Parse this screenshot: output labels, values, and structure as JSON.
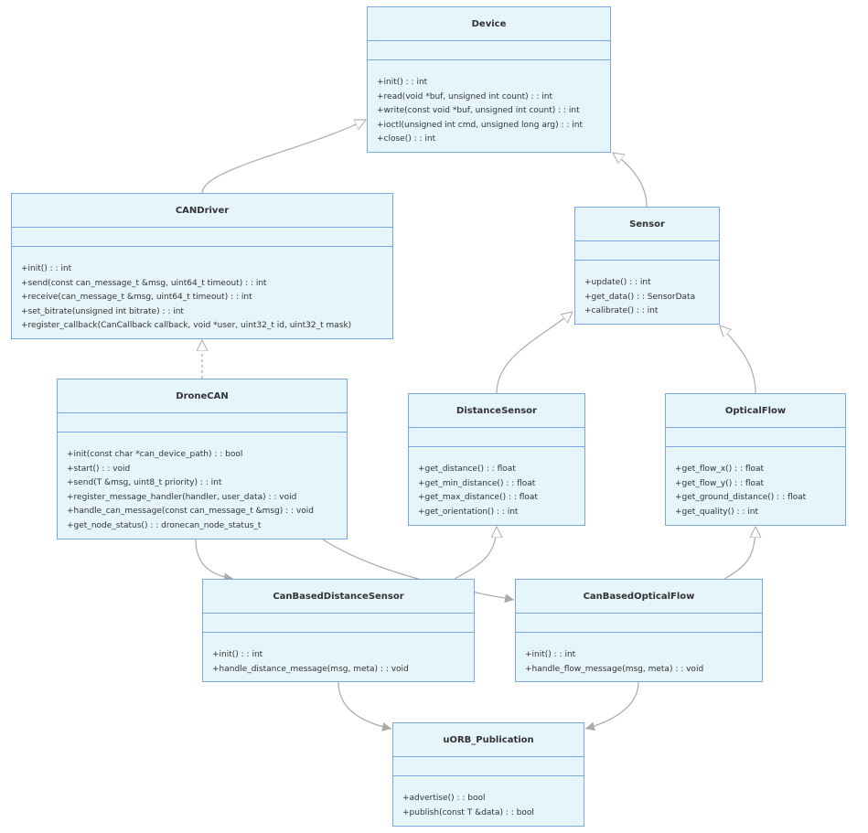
{
  "diagram": {
    "classes": [
      {
        "id": "device",
        "name": "Device",
        "methods": [
          "+init() : : int",
          "+read(void *buf, unsigned int count) : : int",
          "+write(const void *buf, unsigned int count) : : int",
          "+ioctl(unsigned int cmd, unsigned long arg) : : int",
          "+close() : : int"
        ]
      },
      {
        "id": "candriver",
        "name": "CANDriver",
        "methods": [
          "+init() : : int",
          "+send(const can_message_t &msg, uint64_t timeout) : : int",
          "+receive(can_message_t &msg, uint64_t timeout) : : int",
          "+set_bitrate(unsigned int bitrate) : : int",
          "+register_callback(CanCallback callback, void *user, uint32_t id, uint32_t mask)"
        ]
      },
      {
        "id": "sensor",
        "name": "Sensor",
        "methods": [
          "+update() : : int",
          "+get_data() : : SensorData",
          "+calibrate() : : int"
        ]
      },
      {
        "id": "dronecan",
        "name": "DroneCAN",
        "methods": [
          "+init(const char *can_device_path) : : bool",
          "+start() : : void",
          "+send(T &msg, uint8_t priority) : : int",
          "+register_message_handler(handler, user_data) : : void",
          "+handle_can_message(const can_message_t &msg) : : void",
          "+get_node_status() : : dronecan_node_status_t"
        ]
      },
      {
        "id": "distancesensor",
        "name": "DistanceSensor",
        "methods": [
          "+get_distance() : : float",
          "+get_min_distance() : : float",
          "+get_max_distance() : : float",
          "+get_orientation() : : int"
        ]
      },
      {
        "id": "opticalflow",
        "name": "OpticalFlow",
        "methods": [
          "+get_flow_x() : : float",
          "+get_flow_y() : : float",
          "+get_ground_distance() : : float",
          "+get_quality() : : int"
        ]
      },
      {
        "id": "canbaseddistancesensor",
        "name": "CanBasedDistanceSensor",
        "methods": [
          "+init() : : int",
          "+handle_distance_message(msg, meta) : : void"
        ]
      },
      {
        "id": "canbasedopticalflow",
        "name": "CanBasedOpticalFlow",
        "methods": [
          "+init() : : int",
          "+handle_flow_message(msg, meta) : : void"
        ]
      },
      {
        "id": "uorbpublication",
        "name": "uORB_Publication",
        "methods": [
          "+advertise() : : bool",
          "+publish(const T &data) : : bool"
        ]
      }
    ],
    "relations": [
      {
        "from": "candriver",
        "to": "device",
        "type": "inheritance"
      },
      {
        "from": "sensor",
        "to": "device",
        "type": "inheritance"
      },
      {
        "from": "dronecan",
        "to": "candriver",
        "type": "inheritance",
        "dashed": true
      },
      {
        "from": "distancesensor",
        "to": "sensor",
        "type": "inheritance"
      },
      {
        "from": "opticalflow",
        "to": "sensor",
        "type": "inheritance"
      },
      {
        "from": "canbaseddistancesensor",
        "to": "distancesensor",
        "type": "inheritance"
      },
      {
        "from": "canbasedopticalflow",
        "to": "opticalflow",
        "type": "inheritance"
      },
      {
        "from": "dronecan",
        "to": "canbaseddistancesensor",
        "type": "association"
      },
      {
        "from": "dronecan",
        "to": "canbasedopticalflow",
        "type": "association"
      },
      {
        "from": "canbaseddistancesensor",
        "to": "uorbpublication",
        "type": "association"
      },
      {
        "from": "canbasedopticalflow",
        "to": "uorbpublication",
        "type": "association"
      }
    ],
    "colors": {
      "box_fill": "#e6f4fb",
      "box_border": "#7aa7de",
      "edge": "#aaaaaa",
      "text": "#333333"
    }
  }
}
